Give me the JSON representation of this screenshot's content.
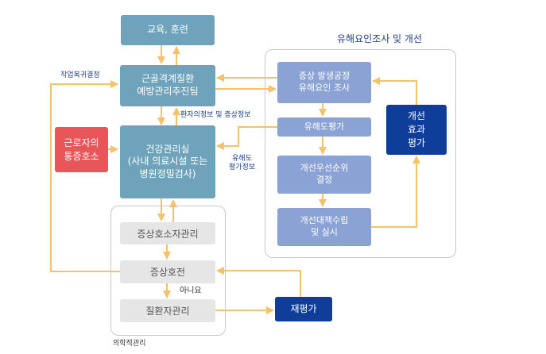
{
  "groups": {
    "hazard_title": "유해요인조사 및 개선",
    "medical_title": "의학적관리"
  },
  "boxes": {
    "education": "교육, 훈련",
    "promotion_team": "근골격계질환\n예방관리추진팀",
    "health_room": "건강관리실\n(사내 의료시설 또는\n병원정밀검사)",
    "complaint": "근로자의\n통증호소",
    "symptom_manage": "증상호소자관리",
    "symptom_better": "증상호전",
    "patient_manage": "질환자관리",
    "reassess": "재평가",
    "survey": "증상 발생공정\n유해요인 조사",
    "hazard_eval": "유해도평가",
    "priority": "개선우선순위\n결정",
    "plan": "개선대책수립\n및 실시",
    "improve_eval": "개선\n효과\n평가"
  },
  "labels": {
    "return_work": "작업복귀결정",
    "patient_info": "환자의정보 및 증상정보",
    "hazard_info": "유해도\n평가정보",
    "no": "아니요"
  },
  "colors": {
    "teal": "#6fa3bb",
    "lavender": "#8ba2d4",
    "navy": "#0e3d9a",
    "red": "#e8565a",
    "grey": "#e6e6e6",
    "arrow": "#f5c26b"
  }
}
